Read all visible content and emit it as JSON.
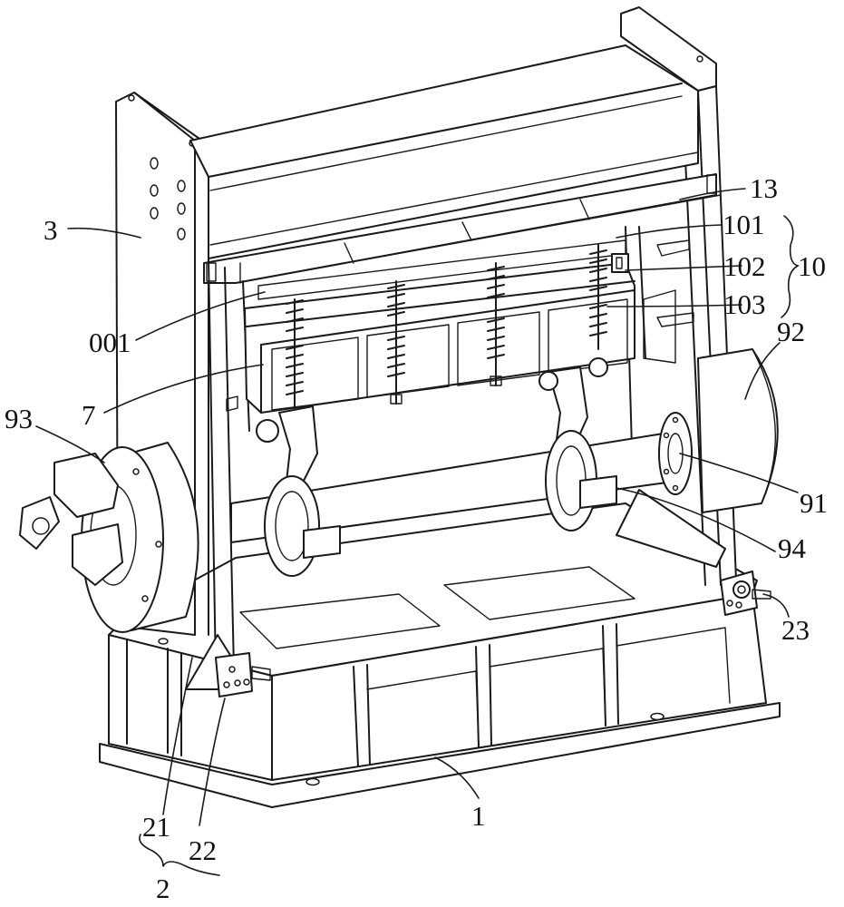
{
  "labels": {
    "l3": "3",
    "l13": "13",
    "l101": "101",
    "l102": "102",
    "l10": "10",
    "l103": "103",
    "l001": "001",
    "l92": "92",
    "l7": "7",
    "l93": "93",
    "l91": "91",
    "l94": "94",
    "l23": "23",
    "l1": "1",
    "l21": "21",
    "l22": "22",
    "l2": "2"
  }
}
